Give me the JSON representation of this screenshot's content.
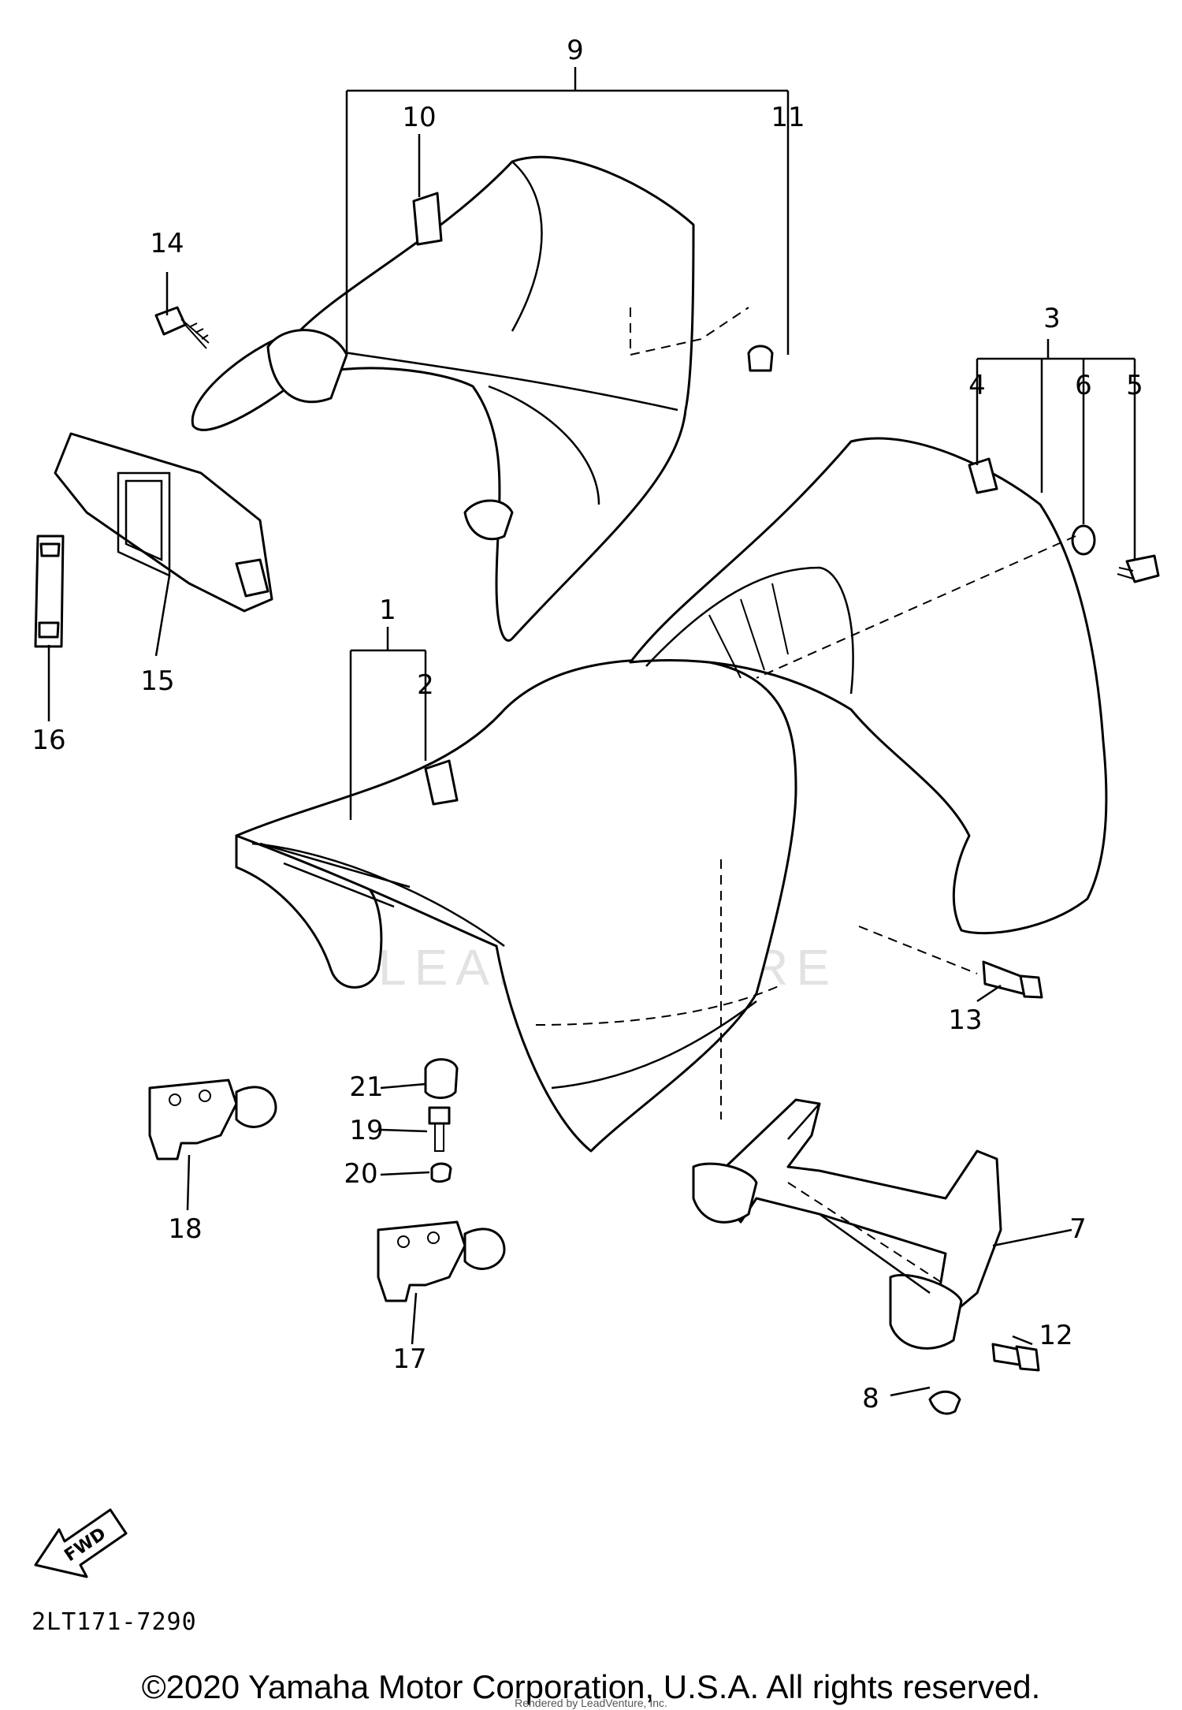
{
  "diagram_code": "2LT171-7290",
  "copyright": "©2020 Yamaha Motor Corporation, U.S.A. All rights reserved.",
  "renderer_note": "Rendered by LeadVenture, Inc.",
  "watermark": "LEADVENTURE",
  "fwd_label": "FWD",
  "callouts": {
    "c1": "1",
    "c2": "2",
    "c3": "3",
    "c4": "4",
    "c5": "5",
    "c6": "6",
    "c7": "7",
    "c8": "8",
    "c9": "9",
    "c10": "10",
    "c11": "11",
    "c12": "12",
    "c13": "13",
    "c14": "14",
    "c15": "15",
    "c16": "16",
    "c17": "17",
    "c18": "18",
    "c19": "19",
    "c20": "20",
    "c21": "21"
  }
}
